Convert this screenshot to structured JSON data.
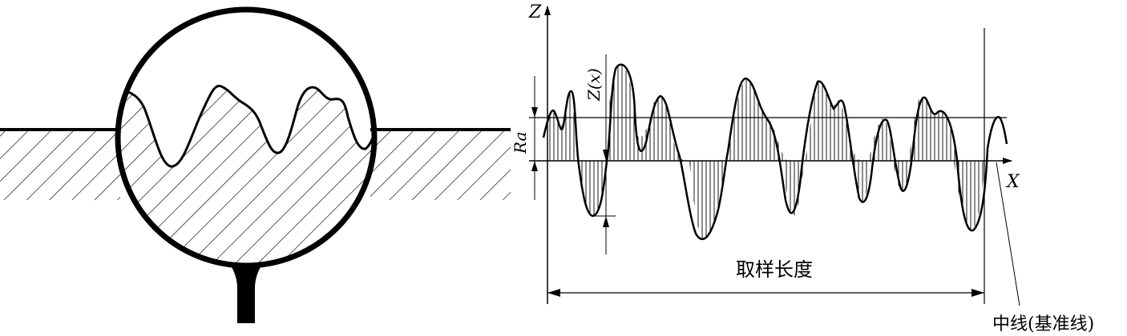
{
  "labels": {
    "z_axis": "Z",
    "x_axis": "X",
    "ra": "Ra",
    "zx": "Z(x)",
    "sampling_length": "取样长度",
    "center_line": "中线(基准线)"
  },
  "colors": {
    "ink": "#000000",
    "background": "#ffffff"
  }
}
